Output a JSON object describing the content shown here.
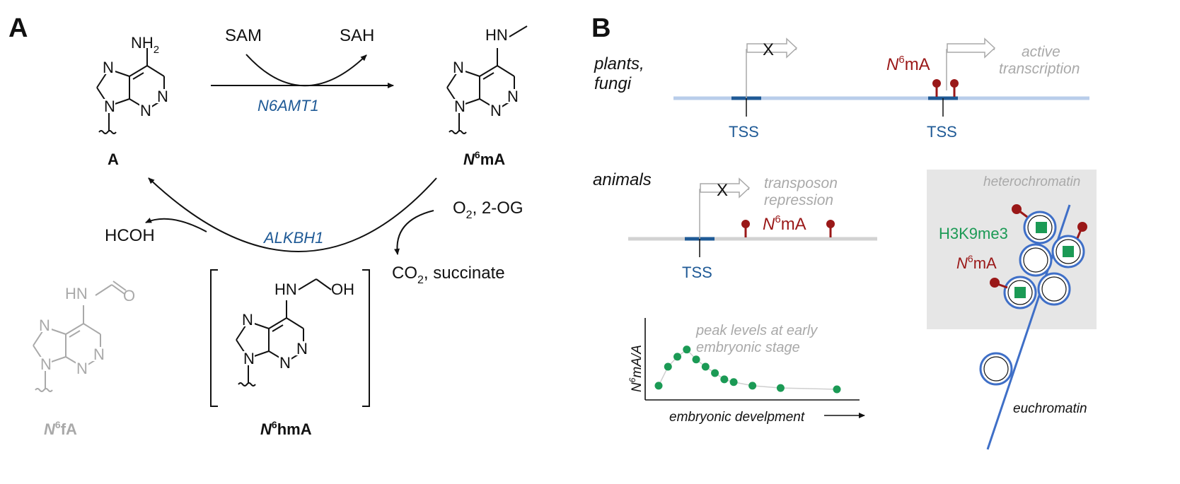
{
  "panels": {
    "a": "A",
    "b": "B"
  },
  "chem": {
    "adenine": {
      "nh2_n": "NH",
      "nh2_sub": "2",
      "ring_n1": "N",
      "ring_n2": "N",
      "ring_n3": "N",
      "ring_n4": "N",
      "label": "A"
    },
    "n6ma": {
      "hn": "HN",
      "ring_n1": "N",
      "ring_n2": "N",
      "ring_n3": "N",
      "ring_n4": "N",
      "label_n": "N",
      "label_sup": "6",
      "label_rest": "mA"
    },
    "n6hma": {
      "hn": "HN",
      "oh": "OH",
      "ring_n1": "N",
      "ring_n2": "N",
      "ring_n3": "N",
      "ring_n4": "N",
      "label_n": "N",
      "label_sup": "6",
      "label_rest": "hmA"
    },
    "n6fa": {
      "hn": "HN",
      "o": "O",
      "ring_n1": "N",
      "ring_n2": "N",
      "ring_n3": "N",
      "ring_n4": "N",
      "label_n": "N",
      "label_sup": "6",
      "label_rest": "fA"
    },
    "sam": "SAM",
    "sah": "SAH",
    "enzyme_methyl": "N6AMT1",
    "enzyme_demethyl": "ALKBH1",
    "o2_o": "O",
    "o2_sub": "2",
    "o2_rest": ", 2-OG",
    "co2_c": "CO",
    "co2_sub": "2",
    "co2_rest": ", succinate",
    "hcoh": "HCOH"
  },
  "panel_b": {
    "plants": {
      "organism_line1": "plants,",
      "organism_line2": "fungi",
      "tss1": "TSS",
      "tss2": "TSS",
      "mark_n": "N",
      "mark_sup": "6",
      "mark_rest": "mA",
      "block_x": "X",
      "active_line1": "active",
      "active_line2": "transcription"
    },
    "animals": {
      "organism": "animals",
      "tss": "TSS",
      "block_x": "X",
      "repression_line1": "transposon",
      "repression_line2": "repression",
      "mark_n": "N",
      "mark_sup": "6",
      "mark_rest": "mA"
    },
    "chromatin": {
      "heterochromatin": "heterochromatin",
      "euchromatin": "euchromatin",
      "h3k9": "H3K9me3",
      "mark_n": "N",
      "mark_sup": "6",
      "mark_rest": "mA"
    },
    "plot": {
      "ylabel_n": "N",
      "ylabel_sup": "6",
      "ylabel_rest": "mA/A",
      "xlabel": "embryonic develpment",
      "annotation_line1": "peak levels at early",
      "annotation_line2": "embryonic stage"
    }
  },
  "chart_data": {
    "type": "line",
    "title": "",
    "xlabel": "embryonic develpment",
    "ylabel": "N6mA/A",
    "x": [
      1,
      2,
      3,
      4,
      5,
      6,
      7,
      8,
      9,
      11,
      14,
      20
    ],
    "series": [
      {
        "values": [
          0.08,
          0.5,
          0.72,
          0.88,
          0.66,
          0.5,
          0.36,
          0.22,
          0.16,
          0.08,
          0.03,
          0.0
        ]
      }
    ],
    "color": "#1b9a55",
    "grid": false,
    "legend": "none",
    "ticks": "none"
  },
  "colors": {
    "accent_blue": "#1f5a96",
    "mark_red": "#9a1818",
    "modification_green": "#1b9a55",
    "dna_light_blue": "#b9cdea",
    "annotation_grey": "#a9a9a9",
    "chromatin_bg": "#e6e6e6"
  }
}
